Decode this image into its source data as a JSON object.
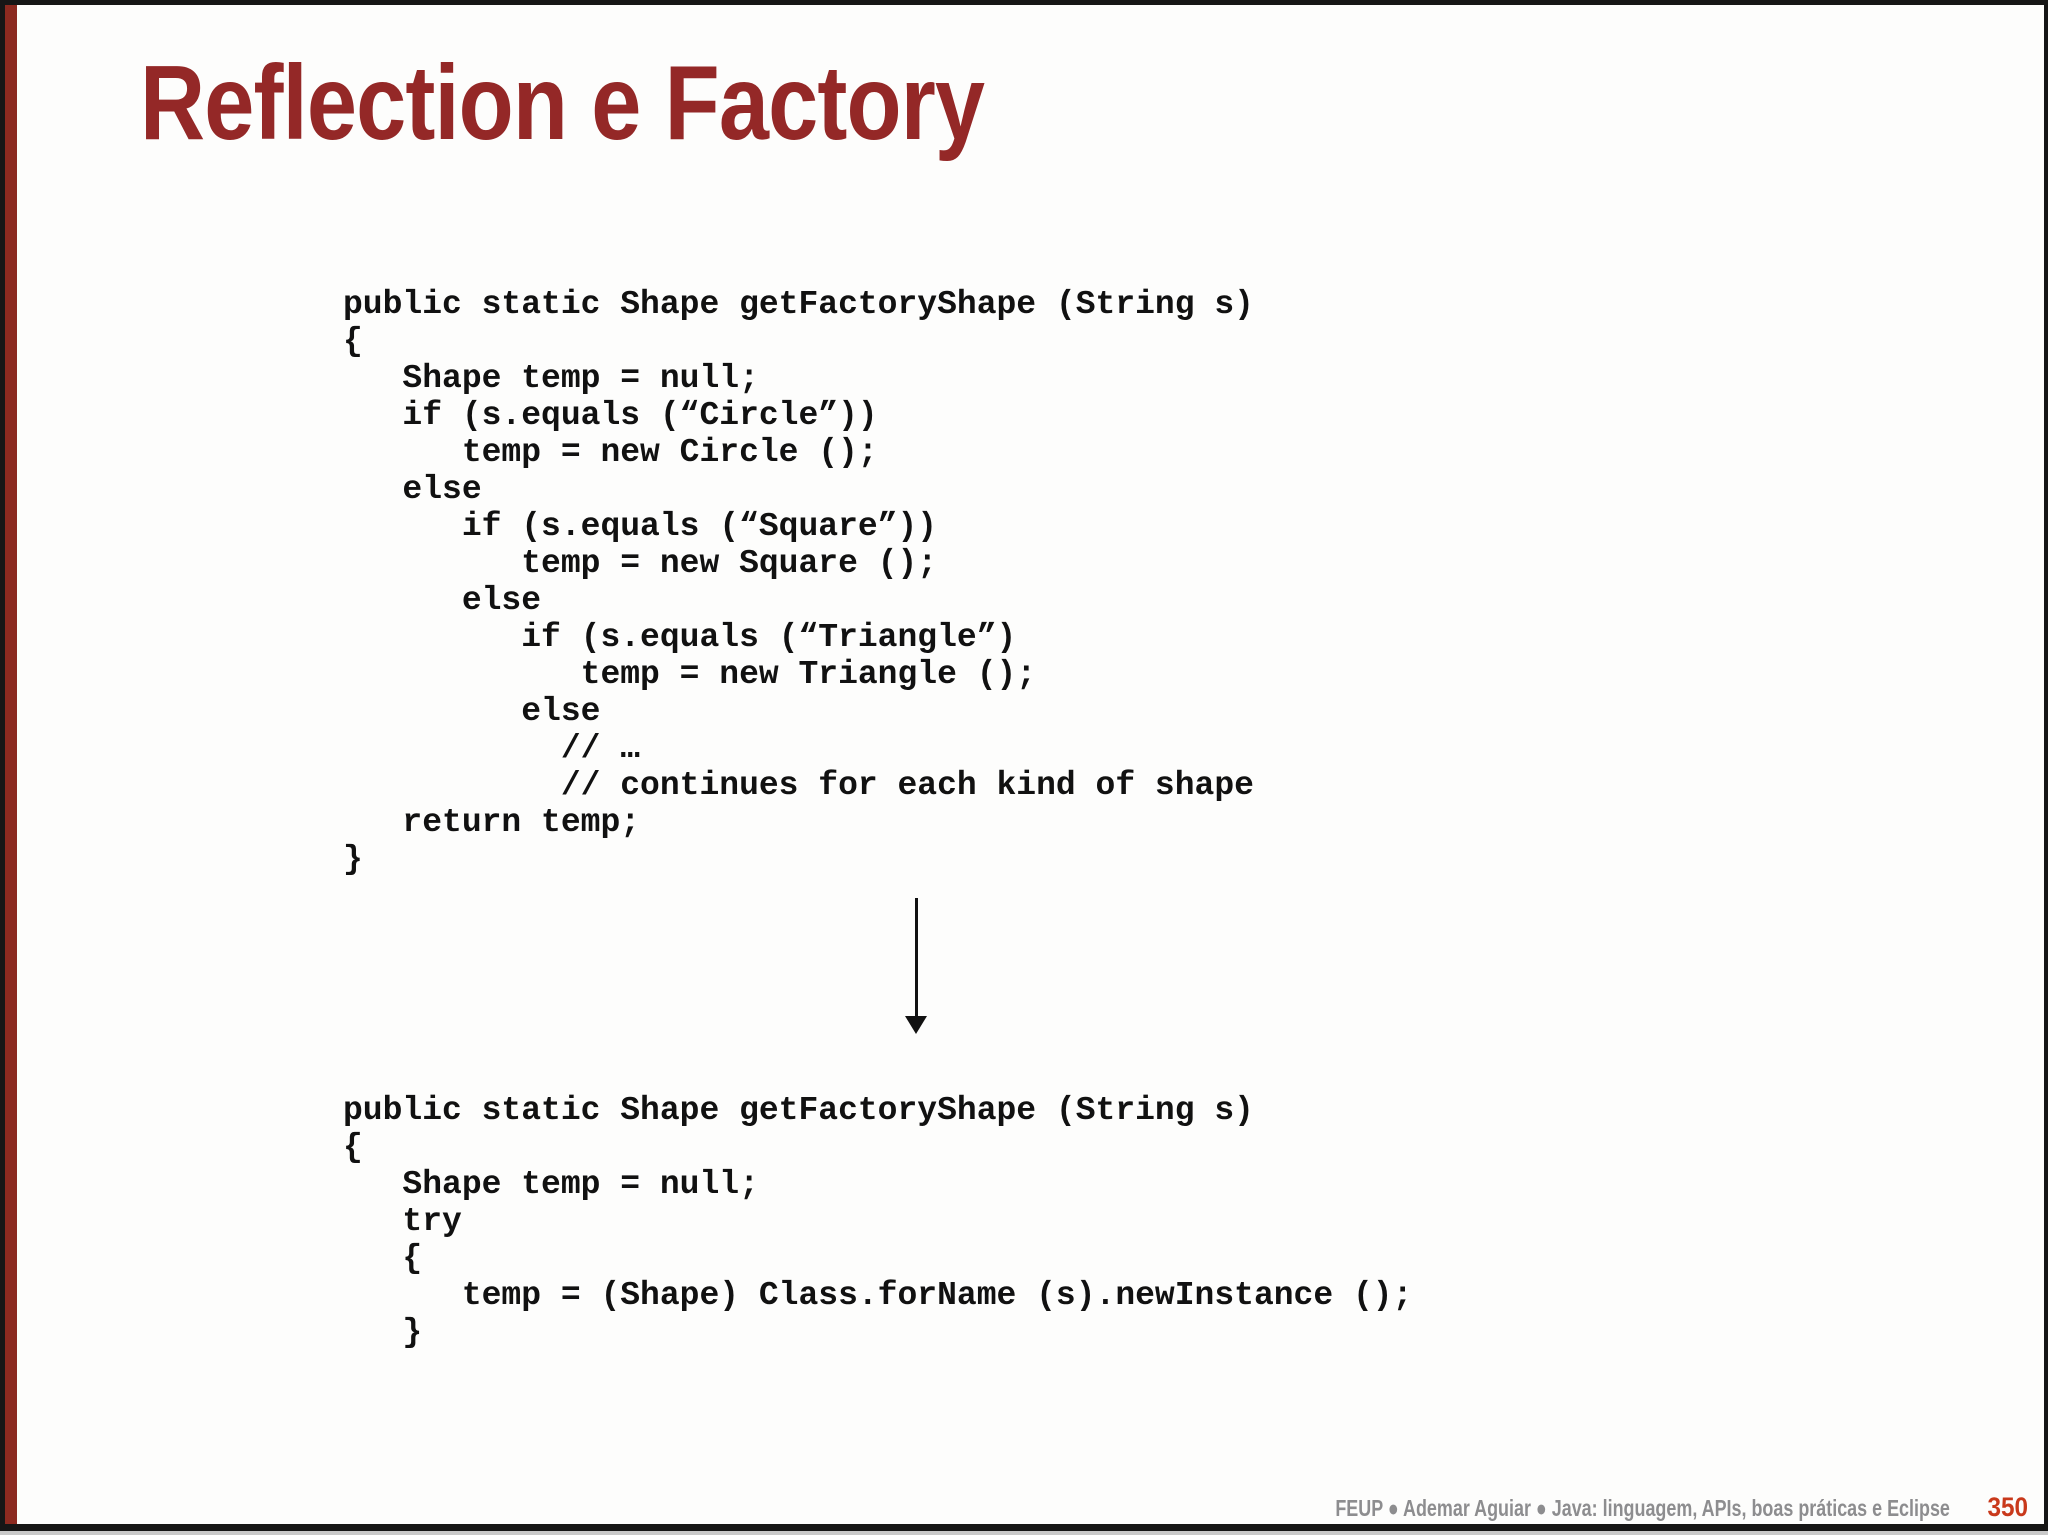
{
  "slide": {
    "title": "Reflection e Factory",
    "code": {
      "block1": {
        "lines": [
          "public static Shape getFactoryShape (String s)",
          "{",
          "   Shape temp = null;",
          "   if (s.equals (“Circle”))",
          "      temp = new Circle ();",
          "   else",
          "      if (s.equals (“Square”))",
          "         temp = new Square ();",
          "      else",
          "         if (s.equals (“Triangle”)",
          "            temp = new Triangle ();",
          "         else",
          "           // …",
          "           // continues for each kind of shape",
          "   return temp;",
          "}"
        ]
      },
      "block2": {
        "lines": [
          "public static Shape getFactoryShape (String s)",
          "{",
          "   Shape temp = null;",
          "   try",
          "   {",
          "      temp = (Shape) Class.forName (s).newInstance ();",
          "   }"
        ]
      }
    },
    "arrow": {
      "icon": "down-arrow-icon",
      "meaning": "transforms-into"
    },
    "footer": {
      "credits": "FEUP ● Ademar Aguiar ● Java: linguagem, APIs, boas práticas e Eclipse",
      "page_number": "350"
    },
    "colors": {
      "title_red": "#942827",
      "accent_bar_red": "#8c2a20",
      "frame_black": "#161616",
      "code_text": "#111111",
      "footer_gray": "#8d8d8f",
      "page_number_red": "#c9391b",
      "background": "#fdfdfc"
    }
  }
}
